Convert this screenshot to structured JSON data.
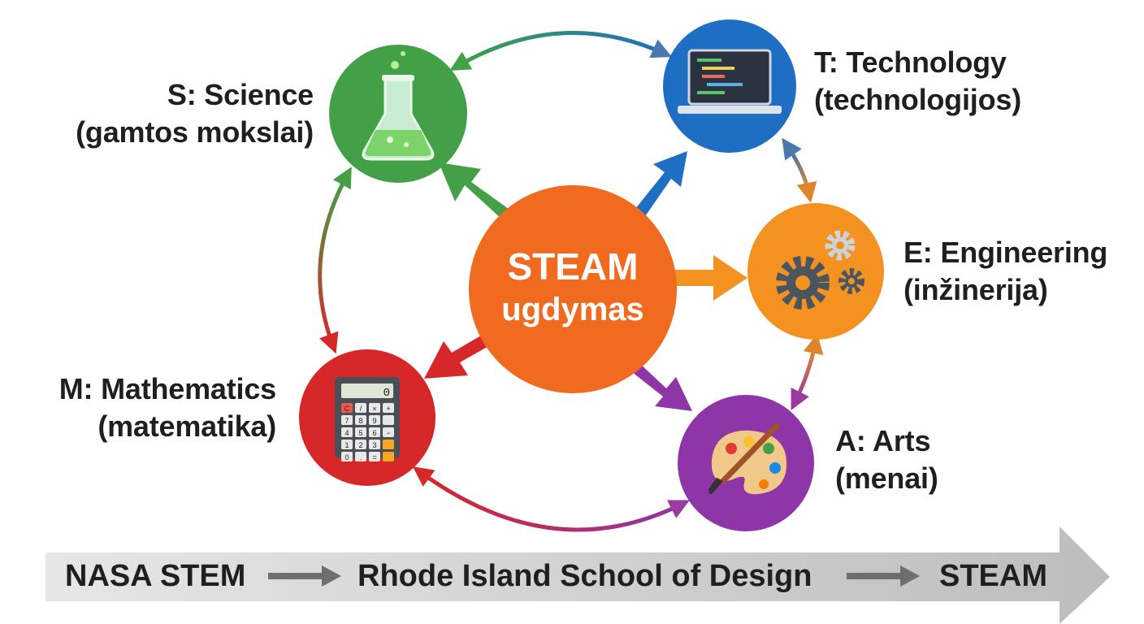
{
  "center": {
    "line1": "STEAM",
    "line2": "ugdymas"
  },
  "nodes": {
    "science": {
      "title": "S: Science",
      "subtitle": "(gamtos mokslai)",
      "icon": "flask-icon",
      "color": "#43a047"
    },
    "technology": {
      "title": "T: Technology",
      "subtitle": "(technologijos)",
      "icon": "laptop-icon",
      "color": "#1e6fc4"
    },
    "engineering": {
      "title": "E: Engineering",
      "subtitle": "(inžinerija)",
      "icon": "gears-icon",
      "color": "#f39220"
    },
    "arts": {
      "title": "A: Arts",
      "subtitle": "(menai)",
      "icon": "palette-icon",
      "color": "#8e35a8"
    },
    "mathematics": {
      "title": "M: Mathematics",
      "subtitle": "(matematika)",
      "icon": "calculator-icon",
      "color": "#d62828"
    }
  },
  "center_color": "#f06a1f",
  "timeline": {
    "step1": "NASA STEM",
    "step2": "Rhode Island School of Design",
    "step3": "STEAM"
  },
  "calculator_keys": [
    "C",
    "/",
    "×",
    "+",
    "7",
    "8",
    "9",
    "",
    "4",
    "5",
    "6",
    "−",
    "1",
    "2",
    "3",
    "",
    "0",
    ".",
    "=",
    ""
  ],
  "calculator_display": "0"
}
